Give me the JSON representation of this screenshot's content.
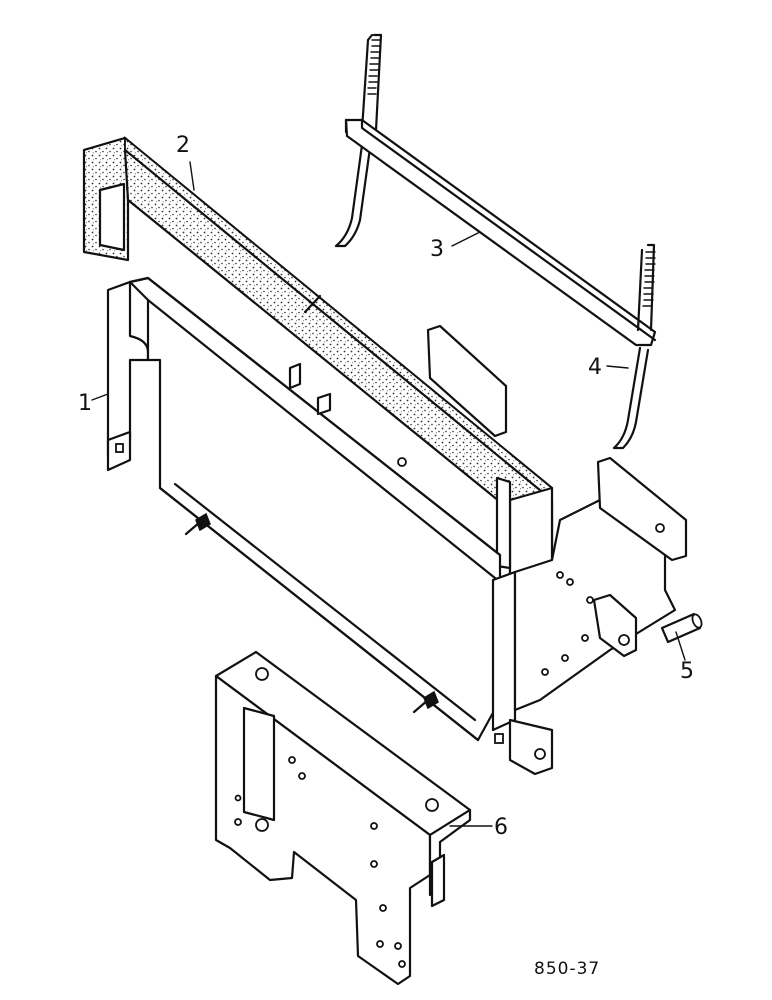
{
  "callouts": {
    "c1": "1",
    "c2": "2",
    "c3": "3",
    "c4": "4",
    "c5": "5",
    "c6": "6"
  },
  "figure_reference": "850-37"
}
